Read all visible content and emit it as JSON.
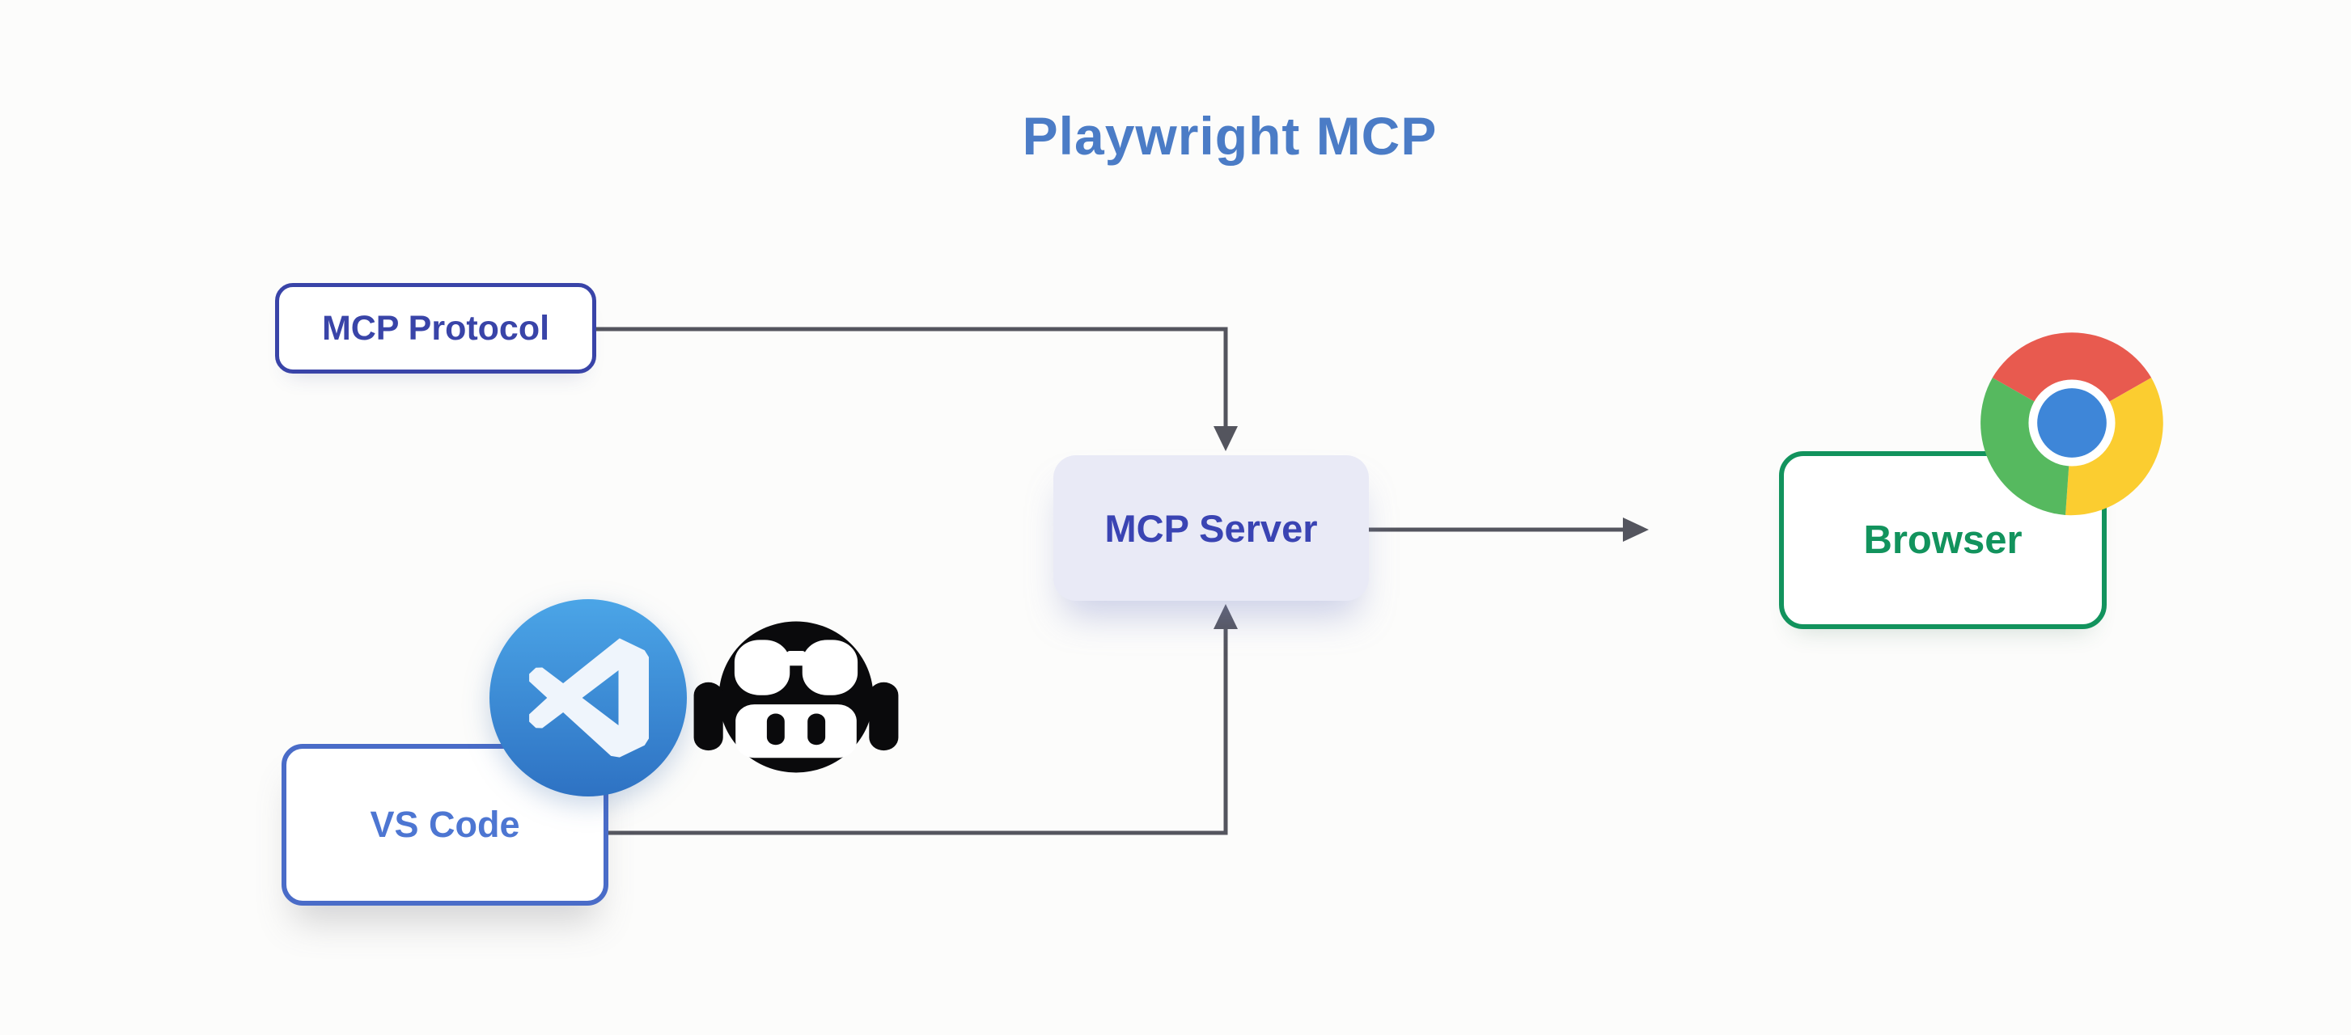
{
  "diagram": {
    "title": "Playwright MCP",
    "nodes": {
      "mcp_protocol": {
        "label": "MCP Protocol"
      },
      "mcp_server": {
        "label": "MCP Server"
      },
      "browser": {
        "label": "Browser"
      },
      "vs_code": {
        "label": "VS Code"
      }
    },
    "icons": [
      {
        "name": "vscode-icon",
        "depicts": "Visual Studio Code logo in blue circle"
      },
      {
        "name": "github-copilot-icon",
        "depicts": "GitHub Copilot robot head with goggles and headphones"
      },
      {
        "name": "chrome-browser-icon",
        "depicts": "Google Chrome logo"
      }
    ],
    "connections": [
      {
        "from": "MCP Protocol",
        "to": "MCP Server",
        "arrow": "down"
      },
      {
        "from": "VS Code",
        "to": "MCP Server",
        "arrow": "up"
      },
      {
        "from": "MCP Server",
        "to": "Browser",
        "arrow": "right"
      }
    ]
  },
  "theme": {
    "canvas-bg": "#FCFCFB",
    "title-color": "#4B7CC6",
    "protocol-border": "#3944A8",
    "protocol-text": "#3944A8",
    "server-bg": "#E9EAF6",
    "server-text": "#3A44B3",
    "browser-border": "#12935D",
    "browser-text": "#12935D",
    "vscode-border": "#4A6CC8",
    "vscode-text": "#4D76D2",
    "arrow-color": "#54555E",
    "chrome-red": "#E85A4F",
    "chrome-yellow": "#FBCD30",
    "chrome-green": "#56B95F",
    "chrome-blue": "#3E86D8",
    "vscode-blue-top": "#4BA5E7",
    "vscode-blue-bottom": "#2E72C3",
    "copilot-color": "#0A0A0C"
  }
}
